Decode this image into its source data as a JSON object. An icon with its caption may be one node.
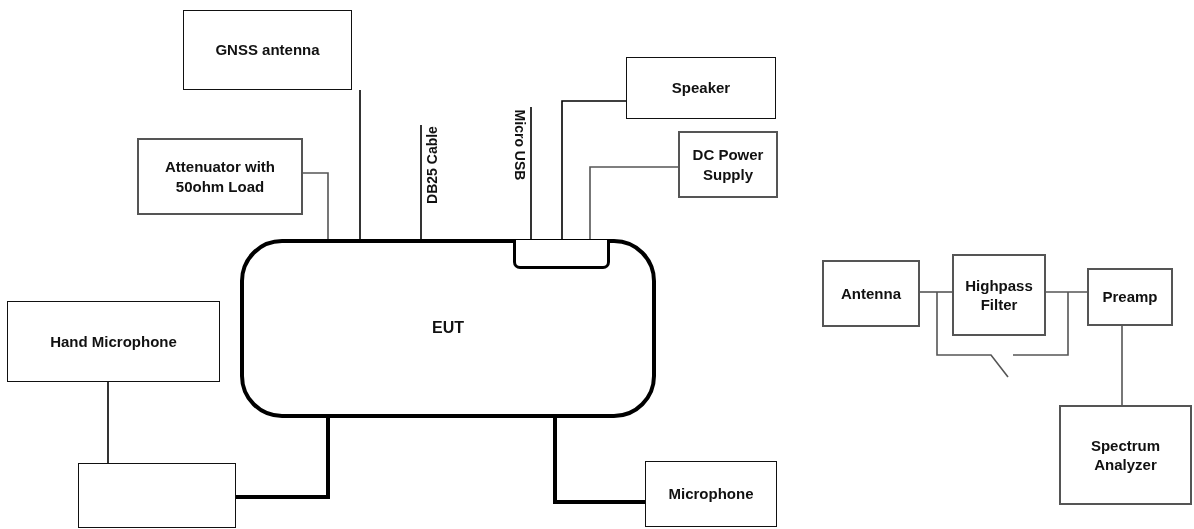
{
  "diagram": {
    "nodes": [
      {
        "text": [
          "GNSS antenna"
        ]
      },
      {
        "text": [
          "Speaker"
        ]
      },
      {
        "text": [
          "Attenuator with 50ohm Load"
        ]
      },
      {
        "text": [
          "DC Power Supply"
        ]
      },
      {
        "text": [
          "EUT"
        ]
      },
      {
        "text": [],
        "shape": "box",
        "in": 4
      },
      {
        "text": [
          "Hand Microphone"
        ]
      },
      {
        "text": [],
        "shape": "box"
      },
      {
        "text": [
          "Microphone"
        ]
      },
      {
        "text": [
          "Antenna"
        ]
      },
      {
        "text": [
          "Highpass Filter"
        ]
      },
      {
        "text": [
          "Preamp"
        ]
      },
      {
        "text": [
          "Spectrum Analyzer"
        ]
      }
    ],
    "edges": [
      {
        "from": 0,
        "to": 4,
        "arrow": "none"
      },
      {
        "from": 2,
        "to": 4,
        "arrow": "none",
        "color": "#555555"
      },
      {
        "from": 4,
        "to": null,
        "arrow": "none",
        "label": "DB25 Cable"
      },
      {
        "from": 4,
        "to": null,
        "arrow": "none",
        "label": "Micro USB"
      },
      {
        "from": 1,
        "to": 5,
        "arrow": "none"
      },
      {
        "from": 3,
        "to": 5,
        "arrow": "none",
        "color": "#555555"
      },
      {
        "from": 6,
        "to": 7,
        "arrow": "none"
      },
      {
        "from": 7,
        "to": 4,
        "arrow": "none",
        "style": "thick"
      },
      {
        "from": 4,
        "to": 8,
        "arrow": "none",
        "style": "thick"
      },
      {
        "from": 9,
        "to": 10,
        "arrow": "none",
        "color": "#555555"
      },
      {
        "from": 10,
        "to": 11,
        "arrow": "none",
        "color": "#555555"
      },
      {
        "from": 11,
        "to": 12,
        "arrow": "none",
        "color": "#555555"
      }
    ]
  }
}
